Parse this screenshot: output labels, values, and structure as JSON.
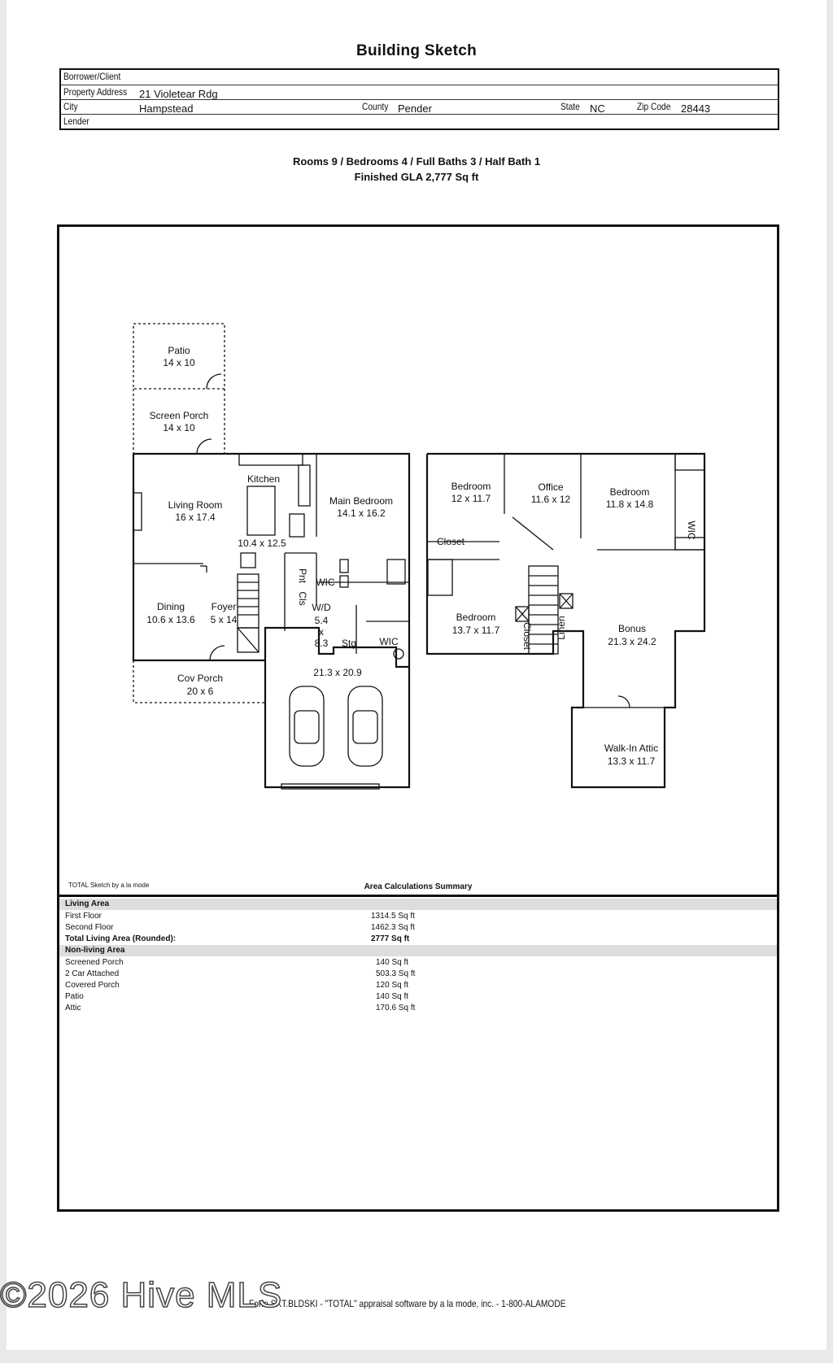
{
  "page_title": "Building Sketch",
  "header": {
    "borrower_label": "Borrower/Client",
    "address_label": "Property Address",
    "address_value": "21 Violetear Rdg",
    "city_label": "City",
    "city_value": "Hampstead",
    "county_label": "County",
    "county_value": "Pender",
    "state_label": "State",
    "state_value": "NC",
    "zip_label": "Zip Code",
    "zip_value": "28443",
    "lender_label": "Lender"
  },
  "summary": {
    "line1": "Rooms 9 / Bedrooms 4 / Full Baths 3 / Half Bath 1",
    "line2": "Finished GLA 2,777 Sq ft"
  },
  "plan": {
    "first_floor": {
      "patio_name": "Patio",
      "patio_dim": "14 x 10",
      "screen_name": "Screen Porch",
      "screen_dim": "14 x 10",
      "living_name": "Living Room",
      "living_dim": "16 x 17.4",
      "kitchen_name": "Kitchen",
      "kitchen_dim": "10.4 x 12.5",
      "main_name": "Main Bedroom",
      "main_dim": "14.1 x 16.2",
      "dining_name": "Dining",
      "dining_dim": "10.6 x 13.6",
      "foyer_name": "Foyer",
      "foyer_dim": "5 x 14",
      "pnt": "Pnt",
      "cls": "Cls",
      "wic1": "WIC",
      "wd_name": "W/D",
      "wd_dim1": "5.4",
      "wd_dim2": "x",
      "wd_dim3": "8.3",
      "stg": "Stg",
      "wic2": "WIC",
      "garage_dim": "21.3 x 20.9",
      "cov_name": "Cov Porch",
      "cov_dim": "20 x 6"
    },
    "second_floor": {
      "bed1_name": "Bedroom",
      "bed1_dim": "12 x 11.7",
      "office_name": "Office",
      "office_dim": "11.6 x 12",
      "bed2_name": "Bedroom",
      "bed2_dim": "11.8 x 14.8",
      "closet1": "Closet",
      "wic": "WIC",
      "bed3_name": "Bedroom",
      "bed3_dim": "13.7 x 11.7",
      "closet2": "Closet",
      "linen": "Linen",
      "bonus_name": "Bonus",
      "bonus_dim": "21.3 x 24.2",
      "attic_name": "Walk-In Attic",
      "attic_dim": "13.3 x 11.7"
    }
  },
  "credit": "TOTAL Sketch by a la mode",
  "calc_title": "Area Calculations Summary",
  "living_area": {
    "heading": "Living Area",
    "rows": [
      {
        "name": "First Floor",
        "value": "1314.5 Sq ft"
      },
      {
        "name": "Second Floor",
        "value": "1462.3 Sq ft"
      }
    ],
    "total_name": "Total Living Area (Rounded):",
    "total_value": "2777 Sq ft"
  },
  "nonliving_area": {
    "heading": "Non-living Area",
    "rows": [
      {
        "name": "Screened Porch",
        "value": "140 Sq ft"
      },
      {
        "name": "2 Car Attached",
        "value": "503.3 Sq ft"
      },
      {
        "name": "Covered Porch",
        "value": "120 Sq ft"
      },
      {
        "name": "Patio",
        "value": "140 Sq ft"
      },
      {
        "name": "Attic",
        "value": "170.6 Sq ft"
      }
    ]
  },
  "watermark": "©2026 Hive MLS",
  "footer": "Form SKT.BLDSKI - \"TOTAL\" appraisal software by a la mode, inc. - 1-800-ALAMODE"
}
